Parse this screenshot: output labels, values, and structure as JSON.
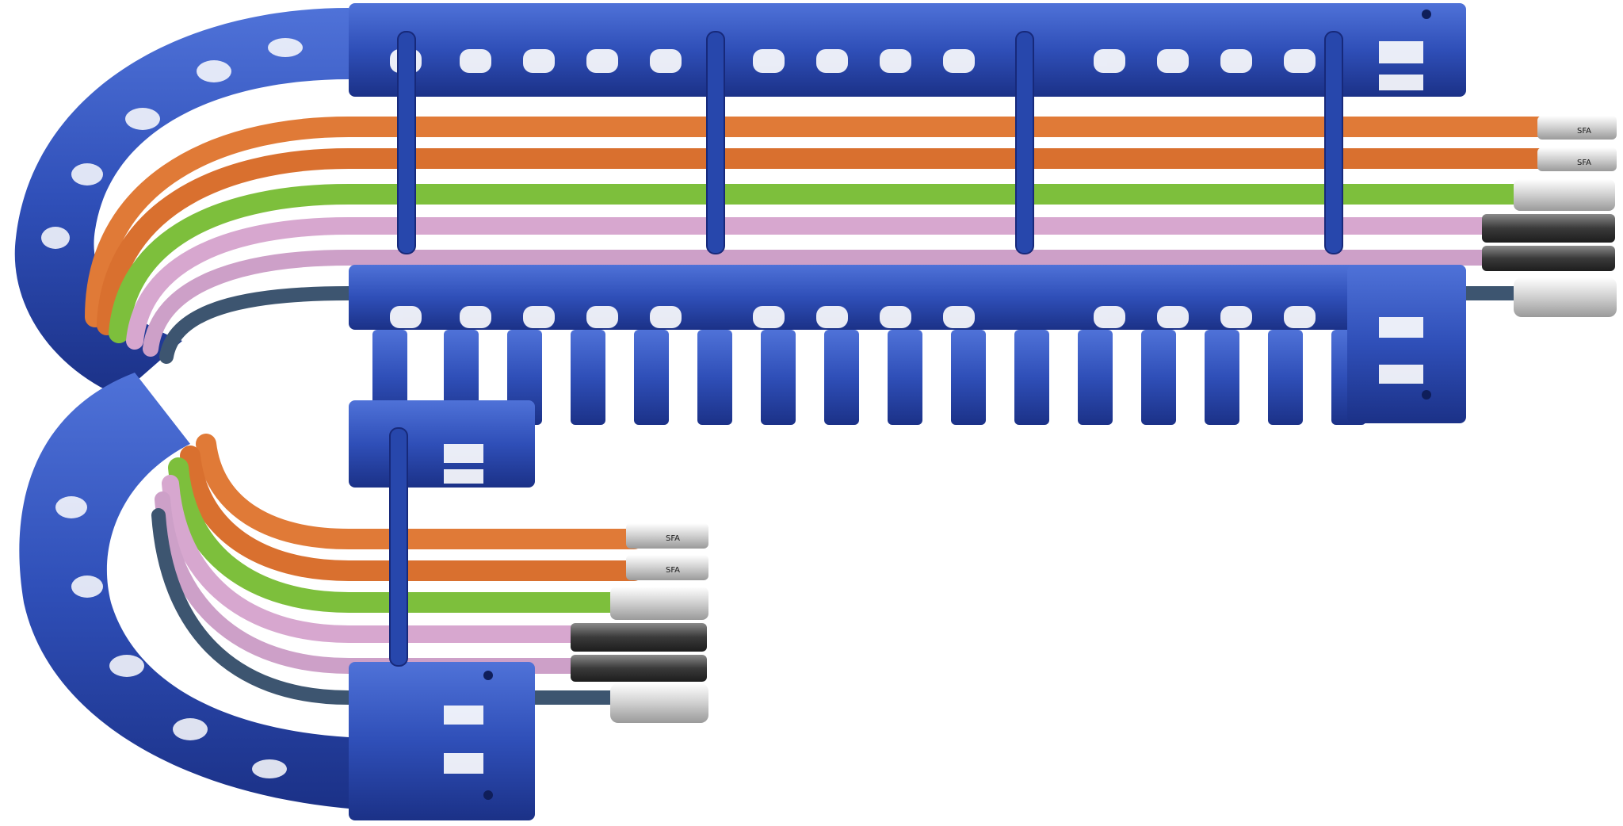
{
  "scene": {
    "background": "#ffffff",
    "chain_color": "#2f4fb8",
    "chain_shadow": "#1b3187",
    "chain_highlight": "#4f72d8",
    "connector_silver": "#d9d9d9",
    "connector_dark": "#3a3a3a"
  },
  "cables": [
    {
      "name": "orange-cable-1",
      "color": "#e07a37",
      "connector": "silver"
    },
    {
      "name": "orange-cable-2",
      "color": "#e07a37",
      "connector": "silver"
    },
    {
      "name": "green-cable",
      "color": "#7dbf3c",
      "connector": "silver"
    },
    {
      "name": "pink-cable",
      "color": "#d7a7cf",
      "connector": "dark-spring"
    },
    {
      "name": "pink-cable-2",
      "color": "#cda0c8",
      "connector": "dark"
    },
    {
      "name": "slate-cable",
      "color": "#3d5570",
      "connector": "silver-large"
    }
  ],
  "labels": {
    "connector_mark": "SFA"
  }
}
